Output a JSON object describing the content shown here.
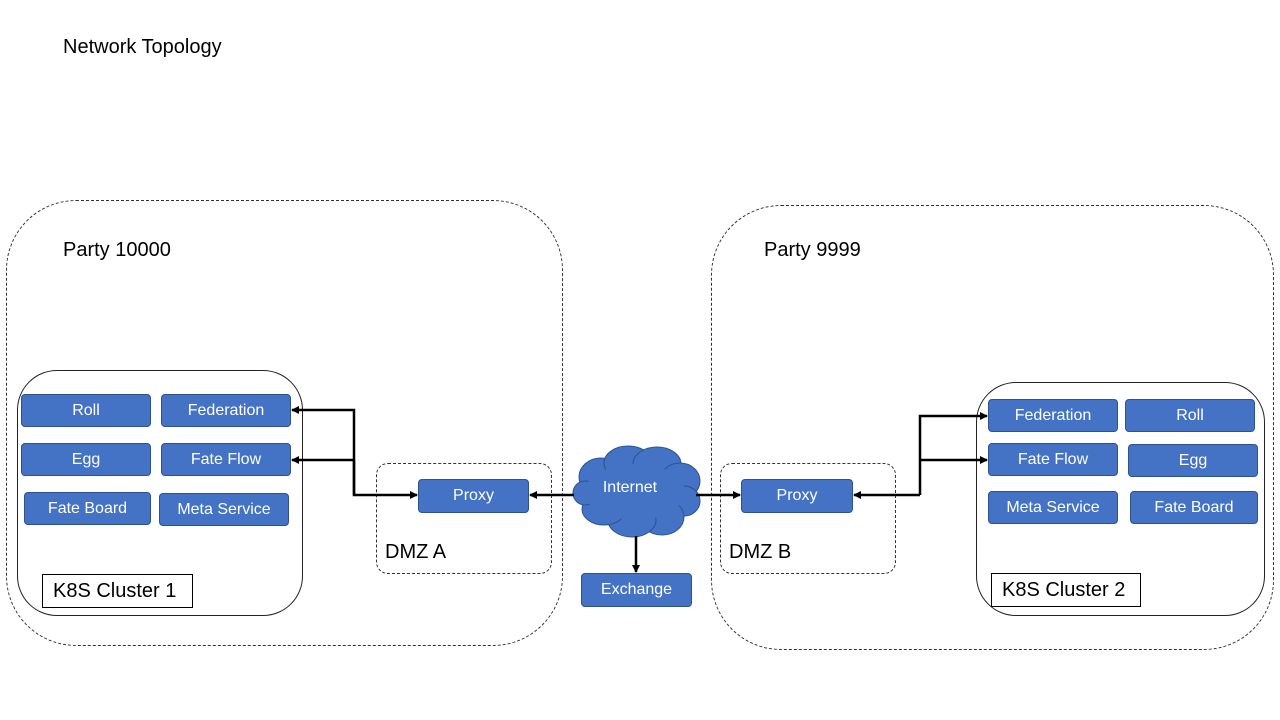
{
  "title": "Network Topology",
  "colors": {
    "node_fill": "#4472c4",
    "node_border": "#2f528f",
    "cloud_fill": "#4472c4"
  },
  "party_a": {
    "label": "Party 10000",
    "cluster_label": "K8S Cluster 1",
    "services": {
      "roll": "Roll",
      "federation": "Federation",
      "egg": "Egg",
      "fate_flow": "Fate Flow",
      "fate_board": "Fate Board",
      "meta_service": "Meta Service"
    },
    "dmz_label": "DMZ A",
    "proxy": "Proxy"
  },
  "party_b": {
    "label": "Party 9999",
    "cluster_label": "K8S Cluster 2",
    "services": {
      "federation": "Federation",
      "roll": "Roll",
      "fate_flow": "Fate Flow",
      "egg": "Egg",
      "meta_service": "Meta Service",
      "fate_board": "Fate Board"
    },
    "dmz_label": "DMZ B",
    "proxy": "Proxy"
  },
  "internet": {
    "label": "Internet",
    "icon": "cloud-icon"
  },
  "exchange": "Exchange"
}
